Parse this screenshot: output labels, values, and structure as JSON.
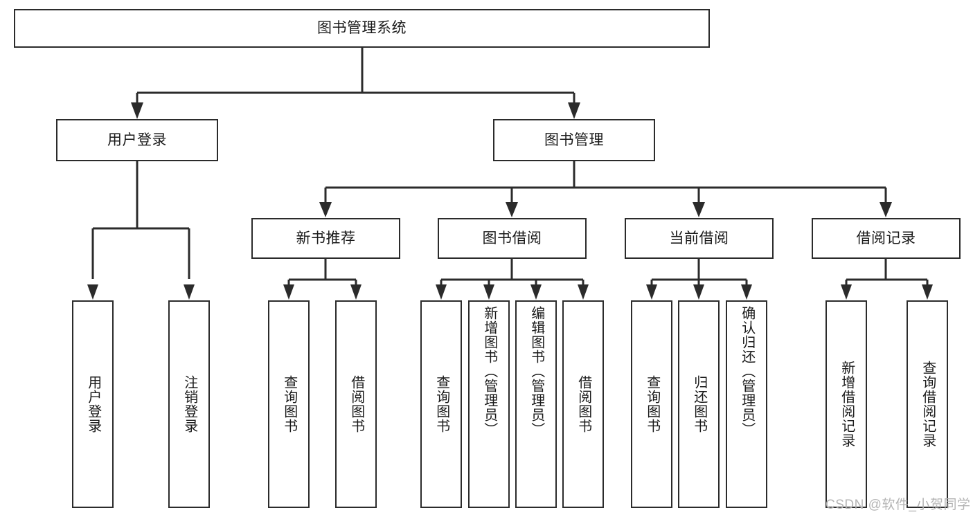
{
  "diagram": {
    "title": "图书管理系统",
    "type": "hierarchy-tree",
    "nodes": {
      "root": {
        "label": "图书管理系统"
      },
      "user_login": {
        "label": "用户登录"
      },
      "book_manage": {
        "label": "图书管理"
      },
      "new_book_rec": {
        "label": "新书推荐"
      },
      "book_borrow": {
        "label": "图书借阅"
      },
      "current_borrow": {
        "label": "当前借阅"
      },
      "borrow_record": {
        "label": "借阅记录"
      },
      "leaf_user_login": {
        "label": "用户登录"
      },
      "leaf_logout": {
        "label": "注销登录"
      },
      "leaf_query_book_1": {
        "label": "查询图书"
      },
      "leaf_borrow_book_1": {
        "label": "借阅图书"
      },
      "leaf_query_book_2": {
        "label": "查询图书"
      },
      "leaf_add_book": {
        "label": "新增图书（管理员）"
      },
      "leaf_edit_book": {
        "label": "编辑图书（管理员）"
      },
      "leaf_borrow_book_2": {
        "label": "借阅图书"
      },
      "leaf_query_book_3": {
        "label": "查询图书"
      },
      "leaf_return_book": {
        "label": "归还图书"
      },
      "leaf_confirm_return": {
        "label": "确认归还（管理员）"
      },
      "leaf_add_record": {
        "label": "新增借阅记录"
      },
      "leaf_query_record": {
        "label": "查询借阅记录"
      }
    }
  },
  "watermark": {
    "text": "CSDN @软件_小贺同学"
  },
  "colors": {
    "box_border": "#2b2b2b",
    "box_fill": "#ffffff",
    "connector": "#2b2b2b",
    "text": "#1a1a1a",
    "watermark": "#b4b4b4"
  }
}
